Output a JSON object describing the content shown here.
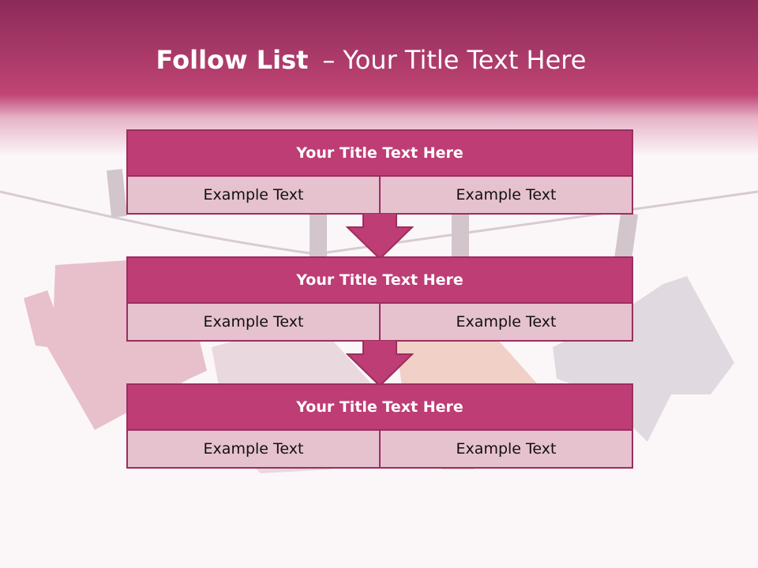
{
  "title": {
    "main": "Follow List",
    "dash": "–",
    "sub": "Your Title Text Here"
  },
  "steps": [
    {
      "heading": "Your Title Text Here",
      "cells": [
        "Example Text",
        "Example Text"
      ]
    },
    {
      "heading": "Your Title Text Here",
      "cells": [
        "Example Text",
        "Example Text"
      ]
    },
    {
      "heading": "Your Title Text Here",
      "cells": [
        "Example Text",
        "Example Text"
      ]
    }
  ],
  "colors": {
    "accent": "#be3d75",
    "border": "#9b2e5e",
    "cell": "#e6c1ce",
    "header_dark": "#8c2a5a"
  }
}
